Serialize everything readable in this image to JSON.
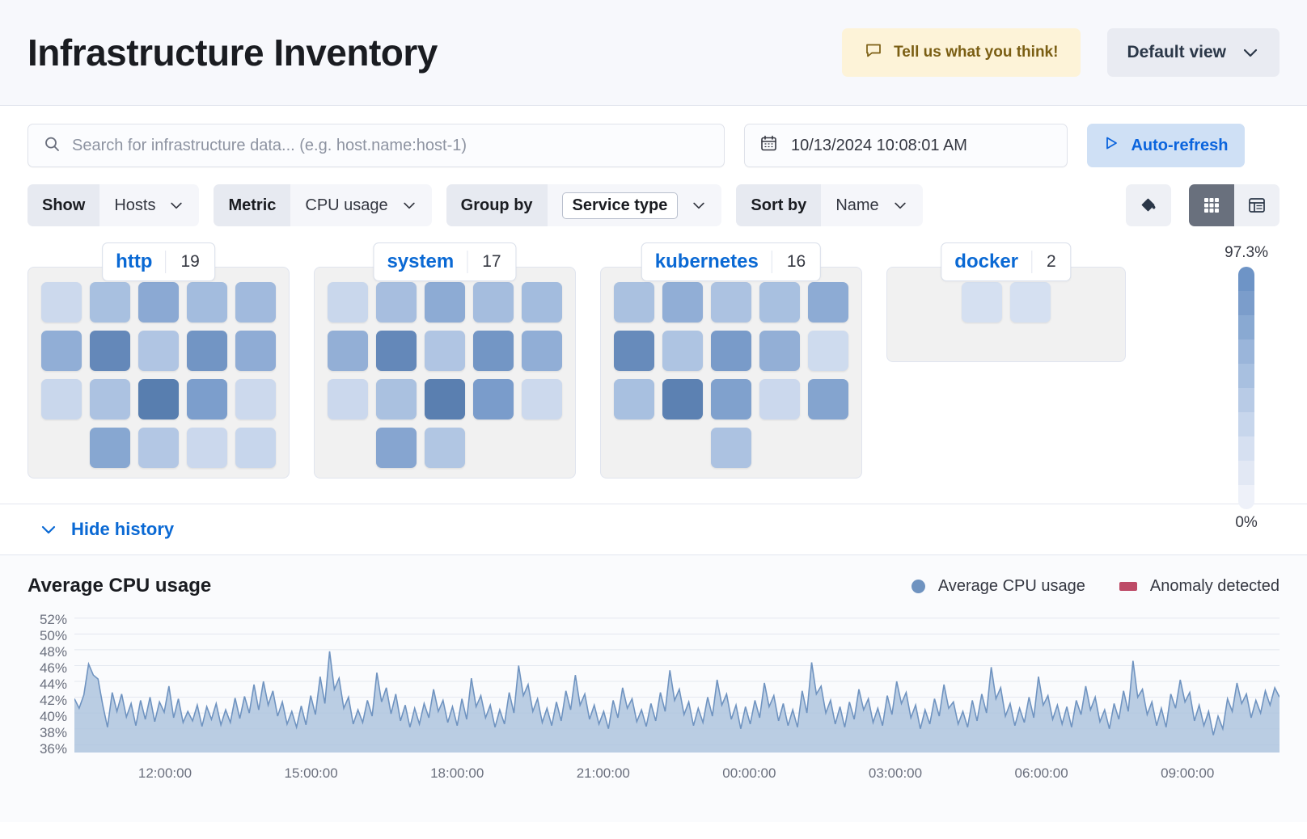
{
  "header": {
    "title": "Infrastructure Inventory",
    "feedback_label": "Tell us what you think!",
    "feedback_icon": "comment-icon",
    "view_label": "Default view",
    "view_icon": "chevron-down-icon"
  },
  "search": {
    "placeholder": "Search for infrastructure data... (e.g. host.name:host-1)",
    "value": "",
    "icon": "search-icon"
  },
  "datepicker": {
    "value": "10/13/2024 10:08:01 AM",
    "icon": "calendar-icon"
  },
  "refresh": {
    "label": "Auto-refresh",
    "icon": "play-icon"
  },
  "filters": [
    {
      "label": "Show",
      "value": "Hosts",
      "token": false,
      "icon": "chevron-down-icon"
    },
    {
      "label": "Metric",
      "value": "CPU usage",
      "token": false,
      "icon": "chevron-down-icon"
    },
    {
      "label": "Group by",
      "value": "Service type",
      "token": true,
      "icon": "chevron-down-icon"
    },
    {
      "label": "Sort by",
      "value": "Name",
      "token": false,
      "icon": "chevron-down-icon"
    }
  ],
  "view_tools": {
    "palette_icon": "paint-bucket-icon",
    "grid_icon": "grid-view-icon",
    "table_icon": "table-view-icon",
    "active_view": "grid"
  },
  "legend_scale": {
    "max_label": "97.3%",
    "min_label": "0%",
    "steps": [
      "#6e94c6",
      "#7b9dcb",
      "#89a9d2",
      "#9ab5da",
      "#a8c0e0",
      "#b8cbe6",
      "#c7d6ec",
      "#d6e0f1",
      "#e2e8f4",
      "#eef1f9"
    ]
  },
  "history": {
    "toggle_label": "Hide history",
    "toggle_icon": "chevron-down-icon"
  },
  "waffle": {
    "groups": [
      {
        "name": "http",
        "count": "19",
        "rows": [
          [
            0.22,
            0.42,
            0.58,
            0.45,
            0.46
          ],
          [
            0.55,
            0.8,
            0.38,
            0.72,
            0.56
          ],
          [
            0.24,
            0.4,
            0.88,
            0.66,
            0.22
          ],
          [
            null,
            0.6,
            0.36,
            0.23,
            0.25
          ]
        ]
      },
      {
        "name": "system",
        "count": "17",
        "rows": [
          [
            0.24,
            0.43,
            0.57,
            0.44,
            0.45
          ],
          [
            0.54,
            0.8,
            0.38,
            0.71,
            0.55
          ],
          [
            0.23,
            0.41,
            0.87,
            0.67,
            0.22
          ],
          [
            null,
            0.61,
            0.37,
            null,
            null
          ]
        ]
      },
      {
        "name": "kubernetes",
        "count": "16",
        "rows": [
          [
            0.41,
            0.55,
            0.4,
            0.42,
            0.57
          ],
          [
            0.78,
            0.39,
            0.68,
            0.54,
            0.21
          ],
          [
            0.42,
            0.85,
            0.64,
            0.23,
            0.62
          ],
          [
            null,
            null,
            0.4,
            null,
            null
          ]
        ]
      },
      {
        "name": "docker",
        "count": "2",
        "rows": [
          [
            0.17,
            0.17
          ]
        ]
      }
    ]
  },
  "chart_data": {
    "type": "area",
    "title": "Average CPU usage",
    "xlabel": "",
    "ylabel": "",
    "ylim": [
      35,
      53
    ],
    "grid": true,
    "legend_position": "top-right",
    "legend": [
      {
        "name": "Average CPU usage",
        "color": "#6f93c0",
        "marker": "circle"
      },
      {
        "name": "Anomaly detected",
        "color": "#bd4b67",
        "marker": "rect"
      }
    ],
    "ytick_labels": [
      "52%",
      "50%",
      "48%",
      "46%",
      "44%",
      "42%",
      "40%",
      "38%",
      "36%"
    ],
    "yticks": [
      52,
      50,
      48,
      46,
      44,
      42,
      40,
      38,
      36
    ],
    "xtick_labels": [
      "12:00:00",
      "15:00:00",
      "18:00:00",
      "21:00:00",
      "00:00:00",
      "03:00:00",
      "06:00:00",
      "09:00:00"
    ],
    "series": [
      {
        "name": "Average CPU usage",
        "values": [
          41.8,
          40.6,
          42.3,
          46.2,
          44.8,
          44.3,
          41.0,
          38.2,
          42.6,
          40.2,
          42.4,
          39.5,
          41.2,
          38.4,
          41.6,
          39.2,
          42.0,
          38.9,
          41.4,
          40.1,
          43.4,
          39.4,
          41.8,
          38.8,
          40.2,
          39.0,
          41.0,
          38.3,
          40.8,
          39.2,
          41.2,
          38.5,
          40.4,
          38.8,
          41.9,
          39.3,
          42.1,
          40.0,
          43.6,
          40.4,
          44.0,
          41.0,
          42.8,
          39.6,
          41.4,
          38.6,
          40.2,
          38.2,
          40.9,
          38.5,
          42.2,
          39.8,
          44.6,
          41.2,
          47.8,
          43.0,
          44.4,
          40.6,
          42.0,
          38.6,
          40.4,
          38.8,
          41.6,
          39.6,
          45.1,
          41.4,
          43.2,
          39.9,
          42.4,
          39.0,
          41.0,
          38.2,
          40.6,
          38.6,
          41.2,
          39.4,
          43.0,
          40.2,
          41.6,
          38.8,
          40.8,
          38.4,
          41.8,
          39.2,
          44.4,
          40.8,
          42.2,
          39.4,
          41.0,
          38.2,
          40.4,
          38.6,
          42.6,
          40.0,
          46.0,
          42.2,
          43.6,
          40.2,
          41.8,
          38.8,
          40.6,
          38.4,
          41.4,
          39.0,
          42.8,
          40.4,
          44.8,
          41.0,
          42.4,
          39.2,
          41.0,
          38.6,
          40.2,
          38.0,
          41.6,
          39.4,
          43.2,
          40.6,
          41.8,
          38.9,
          40.4,
          38.3,
          41.2,
          39.0,
          42.6,
          40.2,
          45.4,
          41.6,
          43.0,
          39.8,
          41.4,
          38.4,
          40.6,
          38.8,
          42.0,
          39.6,
          44.2,
          41.0,
          42.4,
          39.2,
          41.0,
          38.0,
          40.8,
          38.6,
          41.6,
          39.4,
          43.8,
          40.8,
          42.2,
          39.0,
          41.2,
          38.4,
          40.4,
          38.2,
          42.8,
          40.0,
          46.4,
          42.4,
          43.4,
          40.0,
          41.6,
          38.6,
          40.8,
          38.2,
          41.4,
          39.2,
          43.0,
          40.4,
          41.8,
          38.8,
          40.6,
          38.4,
          42.2,
          39.8,
          44.0,
          41.2,
          42.6,
          39.4,
          41.0,
          38.0,
          40.4,
          38.6,
          41.8,
          39.6,
          43.6,
          40.6,
          41.4,
          38.6,
          40.2,
          38.2,
          41.6,
          39.0,
          42.4,
          40.0,
          45.8,
          41.8,
          43.2,
          39.6,
          41.2,
          38.4,
          40.6,
          38.8,
          42.0,
          39.4,
          44.6,
          41.0,
          42.2,
          39.2,
          41.0,
          38.6,
          40.8,
          38.2,
          41.6,
          39.8,
          43.4,
          40.4,
          42.0,
          38.9,
          40.4,
          38.0,
          41.2,
          39.2,
          42.8,
          40.2,
          46.6,
          42.0,
          43.0,
          39.8,
          41.4,
          38.4,
          40.6,
          38.2,
          42.4,
          40.6,
          44.2,
          41.4,
          42.6,
          39.0,
          41.0,
          38.4,
          40.2,
          37.2,
          39.6,
          38.0,
          41.8,
          40.2,
          43.8,
          41.2,
          42.4,
          39.4,
          41.6,
          40.0,
          42.8,
          41.0,
          43.2,
          42.0
        ]
      }
    ],
    "anomalies": []
  }
}
